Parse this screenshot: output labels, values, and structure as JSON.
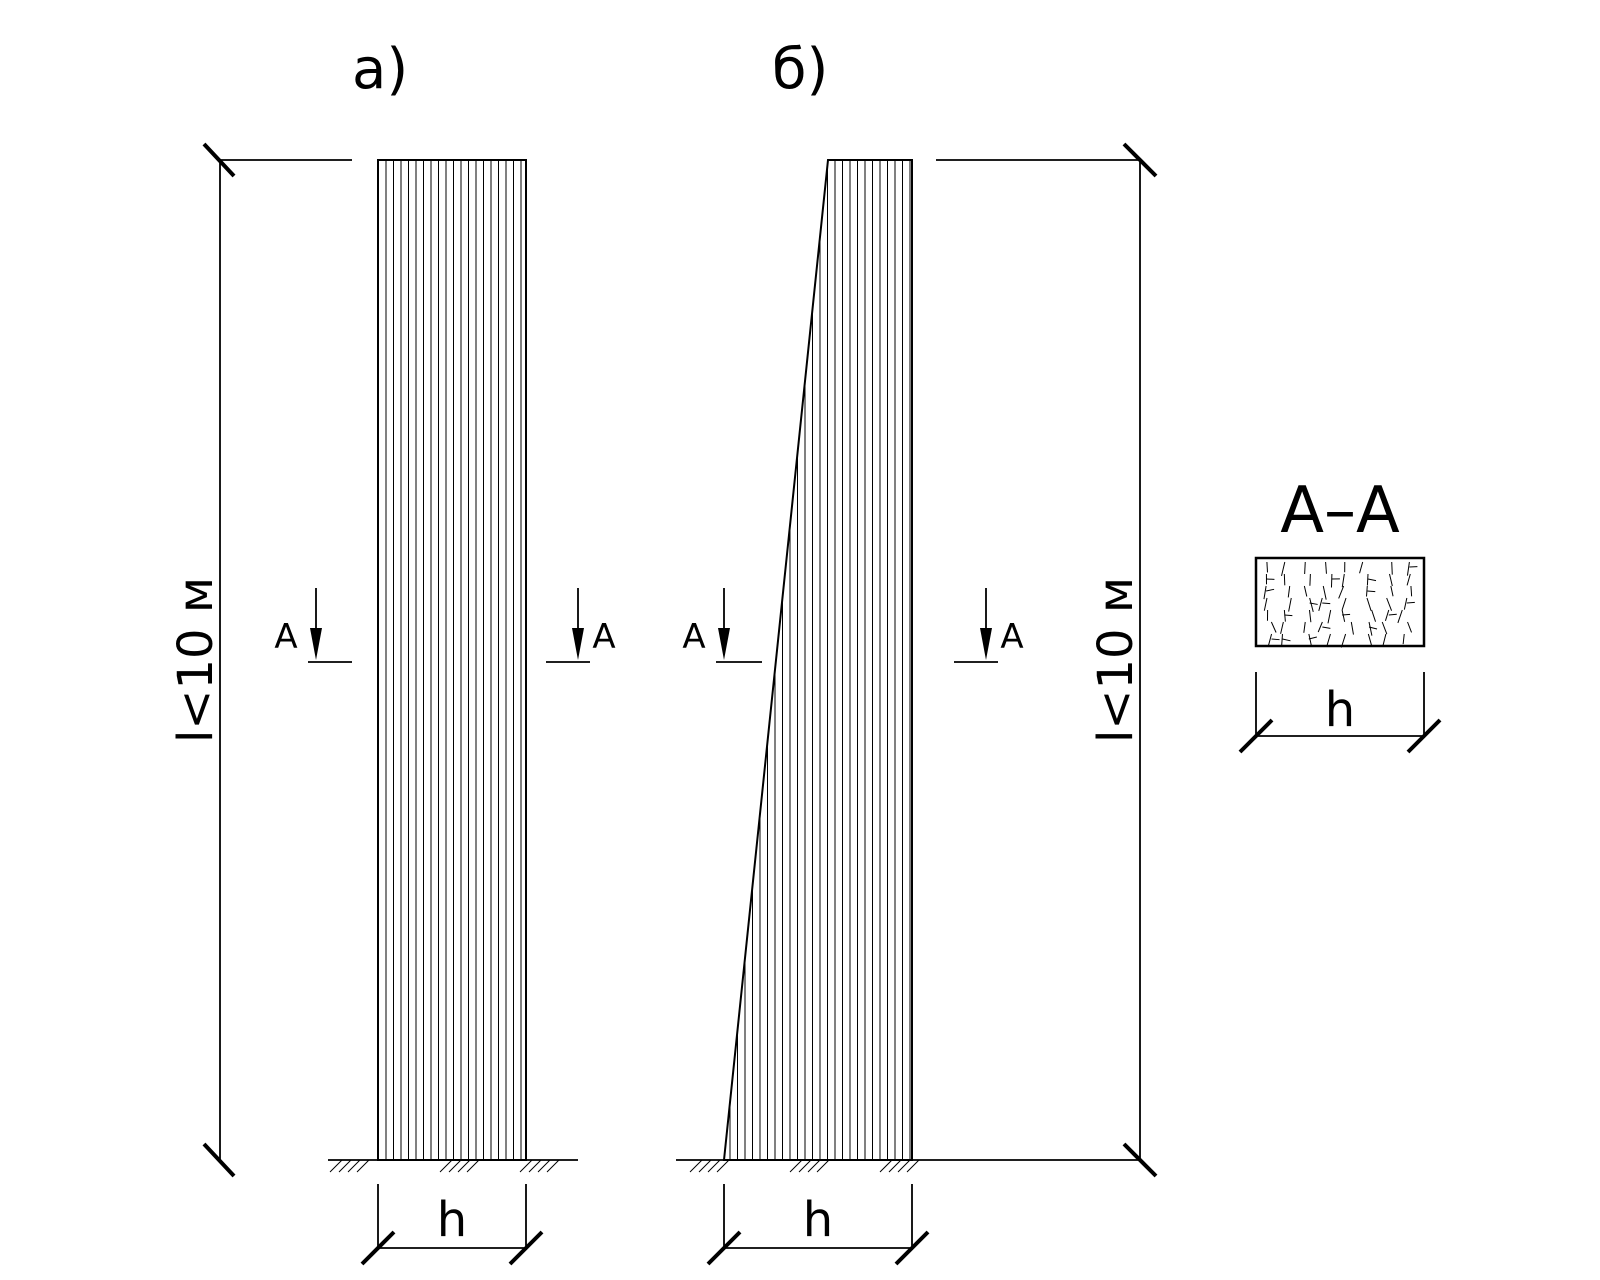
{
  "figure_a": {
    "label": "а)",
    "length_dim": "l<10 м",
    "width_dim": "h",
    "section_mark_left": "А",
    "section_mark_right": "А"
  },
  "figure_b": {
    "label": "б)",
    "length_dim": "l<10 м",
    "width_dim": "h",
    "section_mark_left": "А",
    "section_mark_right": "А"
  },
  "section": {
    "title": "А–А",
    "width_dim": "h"
  }
}
